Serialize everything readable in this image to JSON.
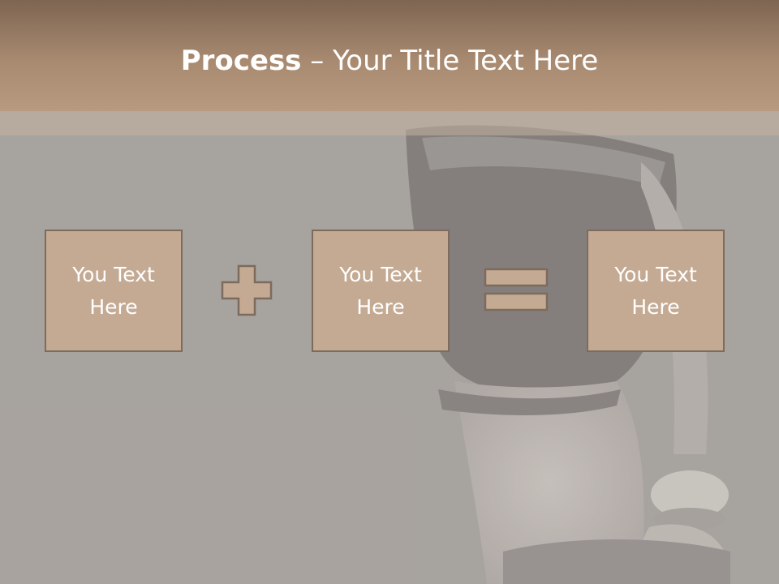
{
  "slide": {
    "title_bold": "Process",
    "title_rest": " – Your Title Text Here"
  },
  "boxes": [
    {
      "label": "You Text\nHere"
    },
    {
      "label": "You Text\nHere"
    },
    {
      "label": "You Text\nHere"
    }
  ],
  "colors": {
    "header": "#a88a70",
    "box_fill": "#c4aa93",
    "box_border": "#7d6b5d",
    "text": "#ffffff"
  },
  "icons": [
    "plus-icon",
    "equals-icon"
  ]
}
